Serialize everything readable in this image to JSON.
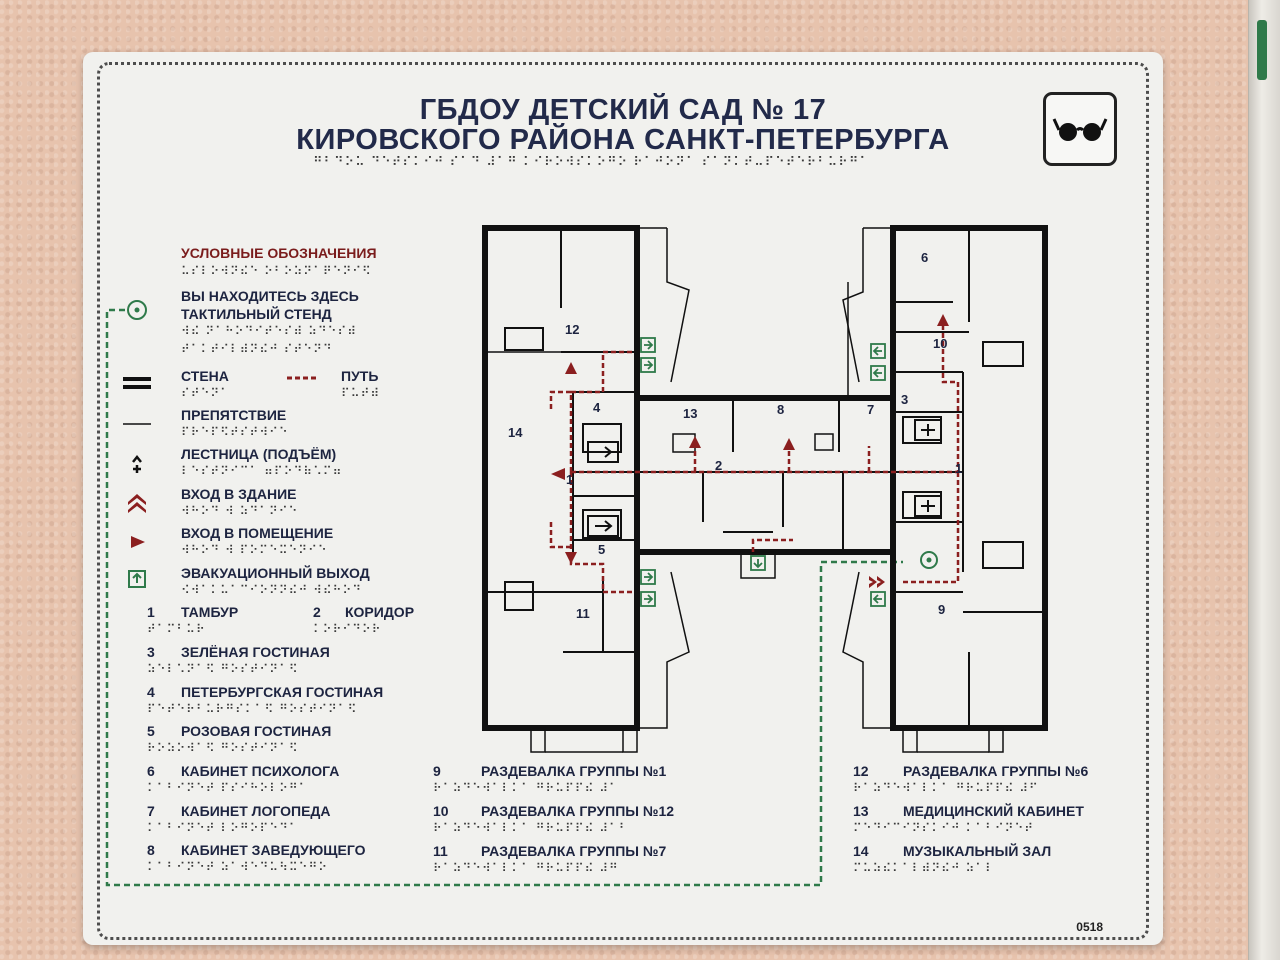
{
  "title": {
    "line1": "ГБДОУ ДЕТСКИЙ САД № 17",
    "line2": "КИРОВСКОГО РАЙОНА САНКТ-ПЕТЕРБУРГА",
    "braille": "⠛⠃⠙⠕⠥ ⠙⠑⠞⠎⠅⠊⠚ ⠎⠁⠙ ⠼⠁⠛ ⠅⠊⠗⠕⠺⠎⠅⠕⠛⠕ ⠗⠁⠚⠕⠝⠁ ⠎⠁⠝⠅⠞⠤⠏⠑⠞⠑⠗⠃⠥⠗⠛⠁"
  },
  "icon": "glasses-icon",
  "legend": {
    "title": "УСЛОВНЫЕ ОБОЗНАЧЕНИЯ",
    "title_braille": "⠥⠎⠇⠕⠺⠝⠮⠑ ⠕⠃⠕⠵⠝⠁⠟⠑⠝⠊⠫",
    "you_are_here": "ВЫ НАХОДИТЕСЬ ЗДЕСЬ",
    "tactile_stand": "ТАКТИЛЬНЫЙ СТЕНД",
    "you_braille_1": "⠺⠮ ⠝⠁⠓⠕⠙⠊⠞⠑⠎⠾ ⠵⠙⠑⠎⠾",
    "you_braille_2": "⠞⠁⠅⠞⠊⠇⠾⠝⠮⠚ ⠎⠞⠑⠝⠙",
    "wall": "СТЕНА",
    "wall_braille": "⠎⠞⠑⠝⠁",
    "path": "ПУТЬ",
    "path_braille": "⠏⠥⠞⠾",
    "obstacle": "ПРЕПЯТСТВИЕ",
    "obstacle_braille": "⠏⠗⠑⠏⠫⠞⠎⠞⠺⠊⠑",
    "stairs": "ЛЕСТНИЦА (ПОДЪЁМ)",
    "stairs_braille": "⠇⠑⠎⠞⠝⠊⠉⠁ ⠶⠏⠕⠙⠷⠡⠍⠶",
    "building_entrance": "ВХОД  В  ЗДАНИЕ",
    "building_entrance_braille": "⠺⠓⠕⠙ ⠺ ⠵⠙⠁⠝⠊⠑",
    "room_entrance": "ВХОД  В  ПОМЕЩЕНИЕ",
    "room_entrance_braille": "⠺⠓⠕⠙ ⠺ ⠏⠕⠍⠑⠭⠑⠝⠊⠑",
    "evacuation": "ЭВАКУАЦИОННЫЙ  ВЫХОД",
    "evacuation_braille": "⠪⠺⠁⠅⠥⠁⠉⠊⠕⠝⠝⠮⠚ ⠺⠮⠓⠕⠙"
  },
  "rooms_left": [
    {
      "num": "1",
      "label": "ТАМБУР",
      "braille": "⠞⠁⠍⠃⠥⠗"
    },
    {
      "num": "2",
      "label": "КОРИДОР",
      "braille": "⠅⠕⠗⠊⠙⠕⠗"
    },
    {
      "num": "3",
      "label": "ЗЕЛЁНАЯ  ГОСТИНАЯ",
      "braille": "⠵⠑⠇⠡⠝⠁⠫ ⠛⠕⠎⠞⠊⠝⠁⠫"
    },
    {
      "num": "4",
      "label": "ПЕТЕРБУРГСКАЯ  ГОСТИНАЯ",
      "braille": "⠏⠑⠞⠑⠗⠃⠥⠗⠛⠎⠅⠁⠫ ⠛⠕⠎⠞⠊⠝⠁⠫"
    },
    {
      "num": "5",
      "label": "РОЗОВАЯ  ГОСТИНАЯ",
      "braille": "⠗⠕⠵⠕⠺⠁⠫ ⠛⠕⠎⠞⠊⠝⠁⠫"
    },
    {
      "num": "6",
      "label": "КАБИНЕТ  ПСИХОЛОГА",
      "braille": "⠅⠁⠃⠊⠝⠑⠞ ⠏⠎⠊⠓⠕⠇⠕⠛⠁"
    },
    {
      "num": "7",
      "label": "КАБИНЕТ  ЛОГОПЕДА",
      "braille": "⠅⠁⠃⠊⠝⠑⠞ ⠇⠕⠛⠕⠏⠑⠙⠁"
    },
    {
      "num": "8",
      "label": "КАБИНЕТ  ЗАВЕДУЮЩЕГО",
      "braille": "⠅⠁⠃⠊⠝⠑⠞ ⠵⠁⠺⠑⠙⠥⠳⠭⠑⠛⠕"
    }
  ],
  "rooms_mid": [
    {
      "num": "9",
      "label": "РАЗДЕВАЛКА  ГРУППЫ №1",
      "braille": "⠗⠁⠵⠙⠑⠺⠁⠇⠅⠁ ⠛⠗⠥⠏⠏⠮ ⠼⠁"
    },
    {
      "num": "10",
      "label": "РАЗДЕВАЛКА  ГРУППЫ №12",
      "braille": "⠗⠁⠵⠙⠑⠺⠁⠇⠅⠁ ⠛⠗⠥⠏⠏⠮ ⠼⠁⠃"
    },
    {
      "num": "11",
      "label": "РАЗДЕВАЛКА  ГРУППЫ №7",
      "braille": "⠗⠁⠵⠙⠑⠺⠁⠇⠅⠁ ⠛⠗⠥⠏⠏⠮ ⠼⠛"
    }
  ],
  "rooms_right": [
    {
      "num": "12",
      "label": "РАЗДЕВАЛКА  ГРУППЫ №6",
      "braille": "⠗⠁⠵⠙⠑⠺⠁⠇⠅⠁ ⠛⠗⠥⠏⠏⠮ ⠼⠋"
    },
    {
      "num": "13",
      "label": "МЕДИЦИНСКИЙ  КАБИНЕТ",
      "braille": "⠍⠑⠙⠊⠉⠊⠝⠎⠅⠊⠚ ⠅⠁⠃⠊⠝⠑⠞"
    },
    {
      "num": "14",
      "label": "МУЗЫКАЛЬНЫЙ  ЗАЛ",
      "braille": "⠍⠥⠵⠮⠅⠁⠇⠾⠝⠮⠚ ⠵⠁⠇"
    }
  ],
  "plan_labels": {
    "r1a": "1",
    "r1b": "1",
    "r2": "2",
    "r3": "3",
    "r4": "4",
    "r5": "5",
    "r6": "6",
    "r7": "7",
    "r8": "8",
    "r9": "9",
    "r10": "10",
    "r11": "11",
    "r12": "12",
    "r13": "13",
    "r14": "14"
  },
  "code": "0518",
  "colors": {
    "path": "#8b1f1f",
    "wall": "#111111",
    "evac": "#2f7a4a",
    "text": "#1d2440"
  }
}
